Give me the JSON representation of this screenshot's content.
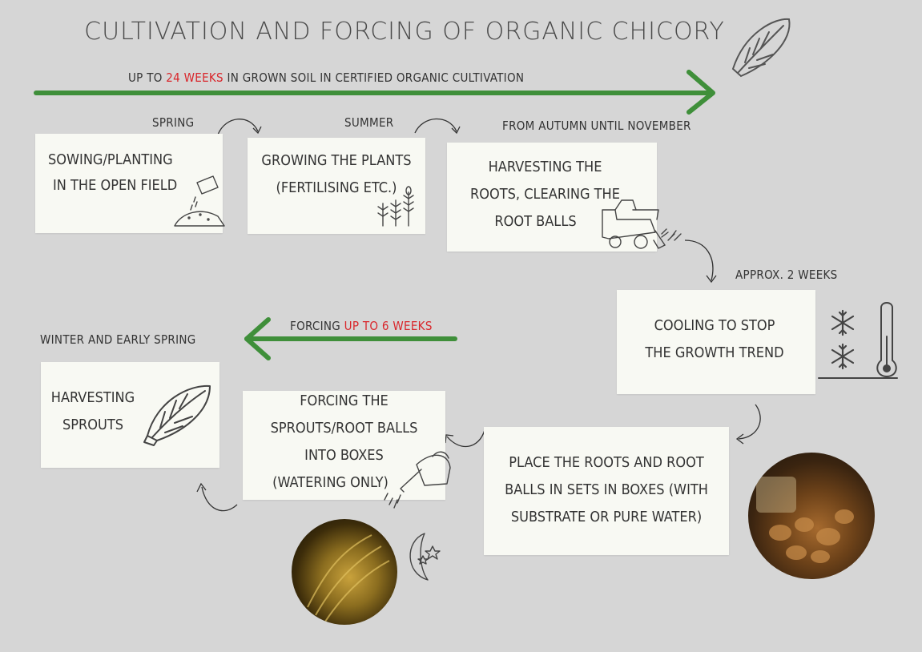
{
  "title": "CULTIVATION AND FORCING OF ORGANIC CHICORY",
  "top_arrow": {
    "prefix": "UP TO ",
    "highlight": "24 WEEKS",
    "suffix": " IN GROWN SOIL IN CERTIFIED ORGANIC CULTIVATION"
  },
  "forcing_arrow": {
    "prefix": "FORCING ",
    "highlight": "UP TO 6 WEEKS"
  },
  "colors": {
    "arrow": "#3f8f3a",
    "highlight": "#d9262b",
    "card": "#f8f9f3",
    "background": "#d6d6d6"
  },
  "periods": {
    "spring": "SPRING",
    "summer": "SUMMER",
    "autumn": "FROM AUTUMN UNTIL NOVEMBER",
    "approx": "APPROX. 2 WEEKS",
    "winter": "WINTER AND EARLY SPRING"
  },
  "steps": {
    "sowing": [
      "SOWING/PLANTING",
      "IN THE OPEN FIELD"
    ],
    "growing": [
      "GROWING THE PLANTS",
      "(FERTILISING ETC.)"
    ],
    "harvesting_roots": [
      "HARVESTING THE",
      "ROOTS, CLEARING THE",
      "ROOT BALLS"
    ],
    "cooling": [
      "COOLING TO STOP",
      "THE GROWTH TREND"
    ],
    "place": [
      "PLACE THE ROOTS AND ROOT",
      "BALLS IN SETS IN BOXES (WITH",
      "SUBSTRATE OR PURE WATER)"
    ],
    "forcing": [
      "FORCING THE",
      "SPROUTS/ROOT BALLS",
      "INTO BOXES",
      "(WATERING ONLY)"
    ],
    "harvesting_sprouts": [
      "HARVESTING",
      "SPROUTS"
    ]
  },
  "icons": [
    "chicory-icon",
    "seed-bag-icon",
    "plants-icon",
    "harvester-icon",
    "snowflake-icon",
    "thermometer-icon",
    "watering-can-icon",
    "moon-stars-icon"
  ]
}
